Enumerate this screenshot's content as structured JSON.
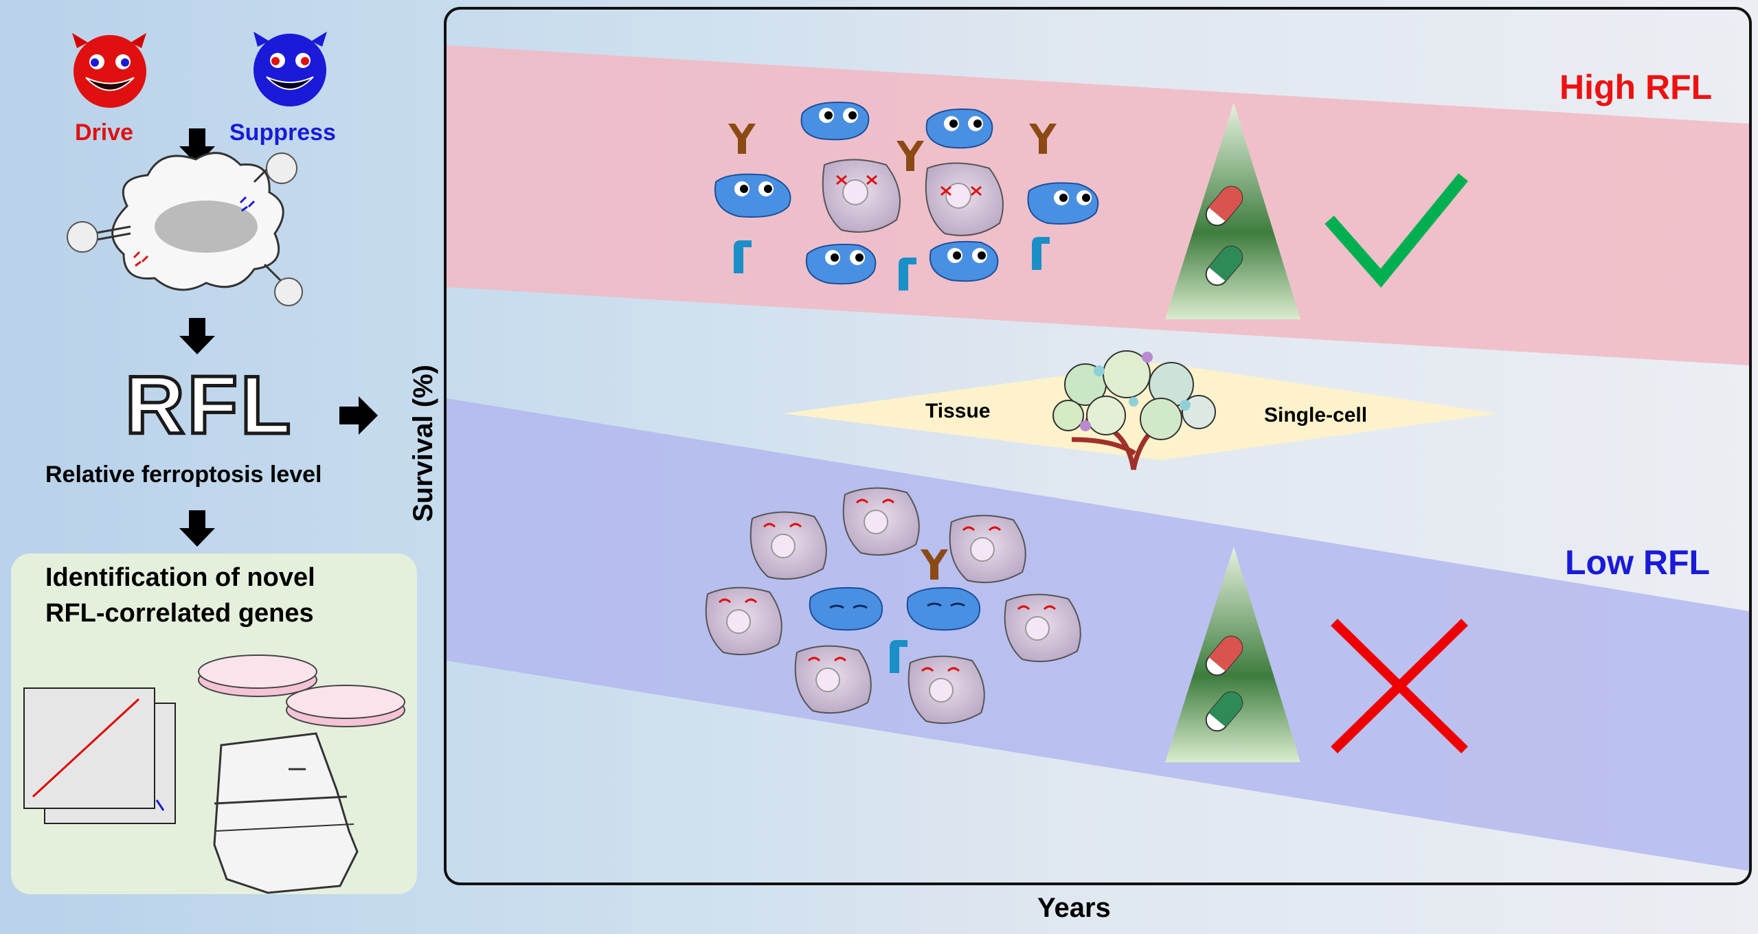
{
  "left_panel": {
    "drive_label": "Drive",
    "suppress_label": "Suppress",
    "rfl_big": "RFL",
    "rfl_full": "Relative ferroptosis level",
    "identification_line1": "Identification of novel",
    "identification_line2": "RFL-correlated genes"
  },
  "main_panel": {
    "y_axis_label": "Survival (%)",
    "x_axis_label": "Years",
    "high_label": "High RFL",
    "low_label": "Low RFL",
    "tissue_label": "Tissue",
    "single_cell_label": "Single-cell"
  },
  "colors": {
    "drive": "#e01010",
    "suppress": "#1a1ad8",
    "high_band": "#f2b9c3",
    "low_band": "#b3b8ee",
    "check": "#00b050",
    "cross": "#ee0000"
  }
}
